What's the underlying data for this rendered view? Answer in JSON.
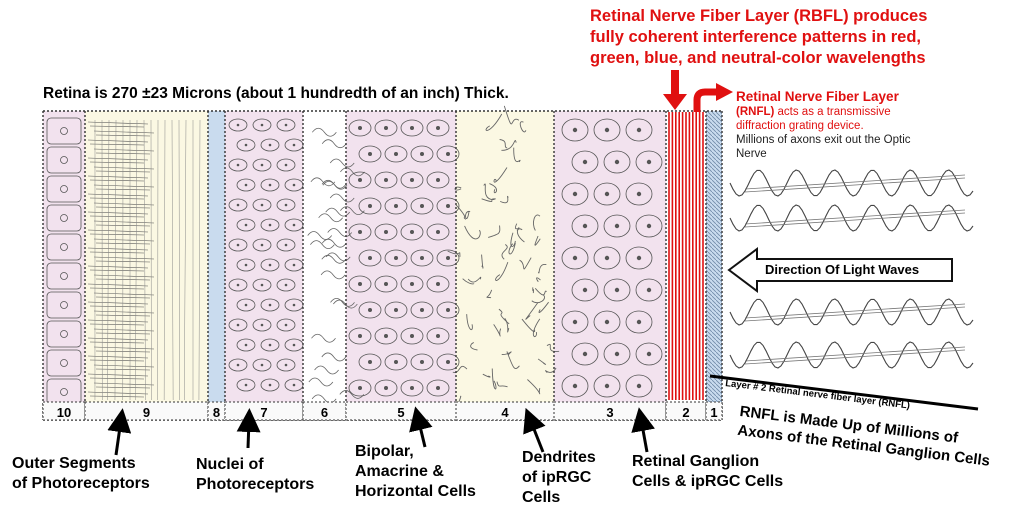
{
  "header": {
    "thickness": "Retina is 270 ±23 Microns (about 1 hundredth of an inch) Thick.",
    "red_title": [
      "Retinal Nerve Fiber Layer (RBFL) produces",
      "fully coherent interference patterns in red,",
      "green, blue, and neutral-color wavelengths"
    ]
  },
  "rnfl_note": {
    "title": "Retinal Nerve Fiber Layer",
    "abbr": "(RNFL)",
    "line1_rest": " acts as a transmissive",
    "line2": "diffraction grating device.",
    "black_line1": "Millions of axons exit out the Optic",
    "black_line2": "Nerve"
  },
  "arrow_label": "Direction Of Light Waves",
  "layer_numbers": [
    "10",
    "9",
    "8",
    "7",
    "6",
    "5",
    "4",
    "3",
    "2",
    "1"
  ],
  "layer2_label": "Layer # 2 Retinal nerve fiber layer (RNFL)",
  "rnfl_caption": [
    "RNFL is Made Up of Millions of",
    "Axons of the Retinal Ganglion Cells"
  ],
  "bottom_labels": [
    {
      "lines": [
        "Outer Segments",
        "of Photoreceptors"
      ]
    },
    {
      "lines": [
        "Nuclei of",
        "Photoreceptors"
      ]
    },
    {
      "lines": [
        "Bipolar,",
        "Amacrine &",
        "Horizontal Cells"
      ]
    },
    {
      "lines": [
        "Dendrites",
        "of ipRGC",
        "Cells"
      ]
    },
    {
      "lines": [
        "Retinal Ganglion",
        "Cells & ipRGC Cells"
      ]
    }
  ],
  "colors": {
    "red": "#e01010",
    "pink": "#f2e2ee",
    "cream": "#fbf8e3",
    "blue": "#c9dbee",
    "ink": "#444444"
  }
}
